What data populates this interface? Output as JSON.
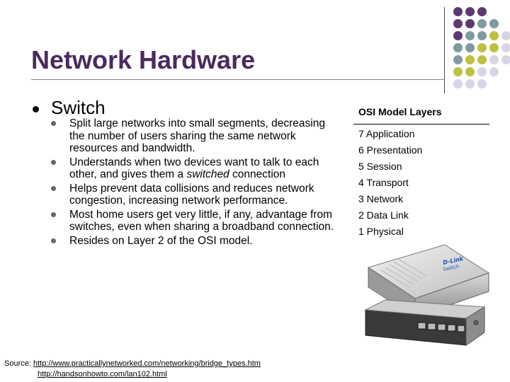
{
  "slide": {
    "title": "Network Hardware",
    "bullet": "Switch",
    "sub_bullets": [
      {
        "parts": [
          "Split large networks into small segments, decreasing the number of users sharing the same network resources and bandwidth."
        ]
      },
      {
        "pre": "Understands when two devices want to talk to each other, and gives them a ",
        "em": "switched",
        "post": " connection"
      },
      {
        "parts": [
          "Helps prevent data collisions and reduces network congestion, increasing network performance."
        ]
      },
      {
        "parts": [
          "Most home users get very little, if any, advantage from switches, even when sharing a broadband connection."
        ]
      },
      {
        "parts": [
          "Resides on Layer 2 of the OSI model."
        ]
      }
    ]
  },
  "osi": {
    "heading": "OSI Model Layers",
    "layers": [
      "7 Application",
      "6 Presentation",
      "5 Session",
      "4 Transport",
      "3 Network",
      "2 Data Link",
      "1 Physical"
    ]
  },
  "device": {
    "brand": "D-Link",
    "label": "Switch"
  },
  "source": {
    "label": "Source:",
    "link1": "http://www.practicallynetworked.com/networking/bridge_types.htm",
    "link2": "http://handsonhowto.com/lan102.html"
  },
  "colors": {
    "title": "#4b2a5e",
    "purple": "#5c3a6e",
    "teal": "#7f9aa0",
    "olive": "#c0c040",
    "lavender": "#d8d4e6"
  }
}
